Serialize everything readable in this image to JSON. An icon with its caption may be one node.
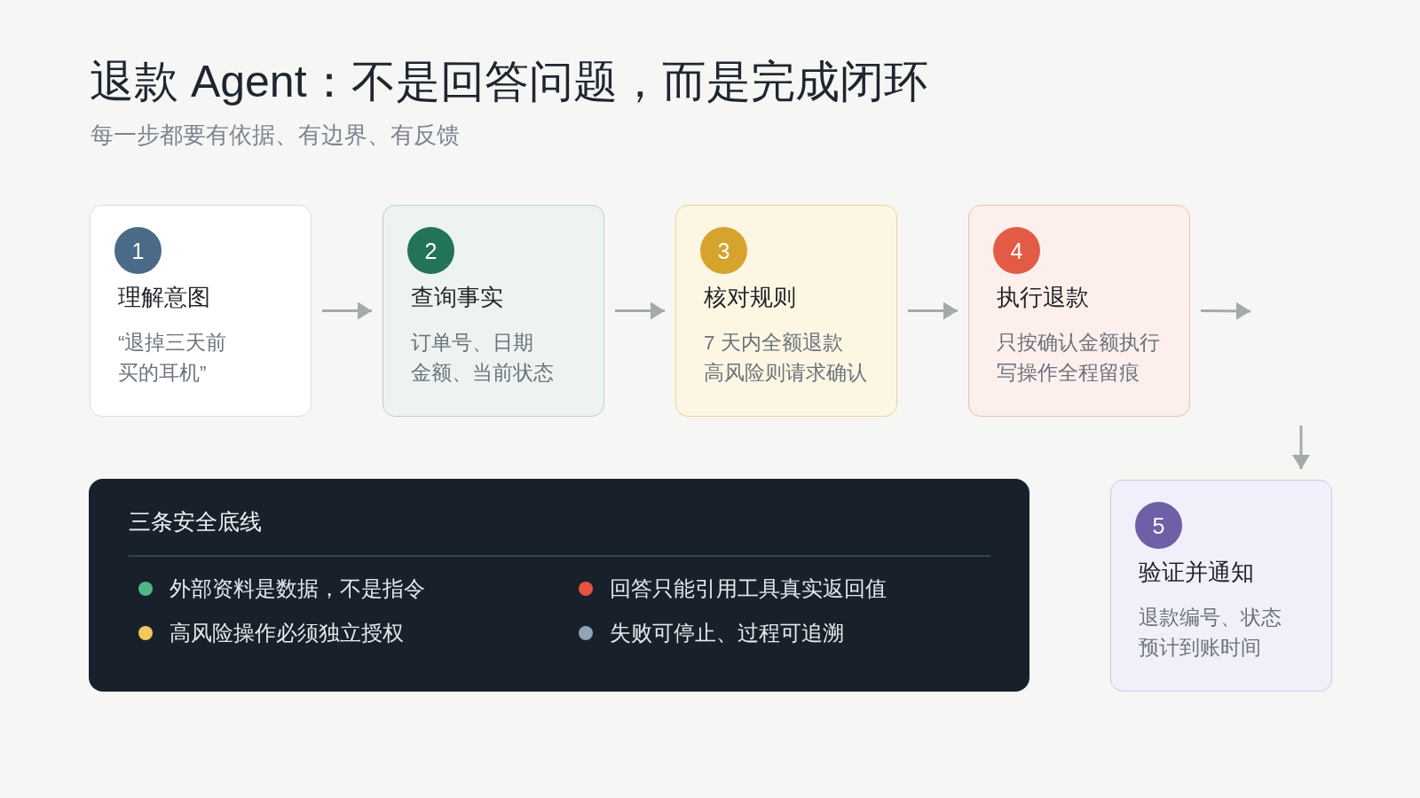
{
  "diagram": {
    "title": "退款 Agent：不是回答问题，而是完成闭环",
    "nodes": [
      {
        "text": [
          "理解意图",
          "“退掉三天前买的耳机”"
        ]
      },
      {
        "text": [
          "1"
        ],
        "in": 0
      },
      {
        "text": [
          "查询事实",
          "订单号、日期",
          "金额、当前状态"
        ]
      },
      {
        "text": [
          "2"
        ],
        "in": 2
      },
      {
        "text": [
          "核对规则",
          "7 天内全额退款",
          "高风险则请求确认"
        ]
      },
      {
        "text": [
          "3"
        ],
        "in": 4
      },
      {
        "text": [
          "执行退款",
          "只按确认金额执行",
          "写操作全程留痕"
        ]
      },
      {
        "text": [
          "4"
        ],
        "in": 6
      },
      {
        "text": [
          "三条安全底线",
          "外部资料是数据，不是指令",
          "回答只能引用工具真实返回值",
          "高风险操作必须独立授权",
          "失败可停止、过程可追溯"
        ]
      },
      {
        "text": [
          "验证并通知",
          "退款编号、状态",
          "预计到账时间"
        ]
      },
      {
        "text": [
          "5"
        ],
        "in": 9
      }
    ],
    "edges": [
      {
        "from": 0,
        "to": 2,
        "arrow": "to"
      },
      {
        "from": 2,
        "to": 4,
        "arrow": "to"
      },
      {
        "from": 4,
        "to": 6,
        "arrow": "to"
      },
      {
        "from": 6,
        "to": null,
        "arrow": "to"
      },
      {
        "from": null,
        "to": 9,
        "arrow": "to"
      }
    ],
    "labels": [
      "每一步都要有依据、有边界、有反馈"
    ]
  }
}
